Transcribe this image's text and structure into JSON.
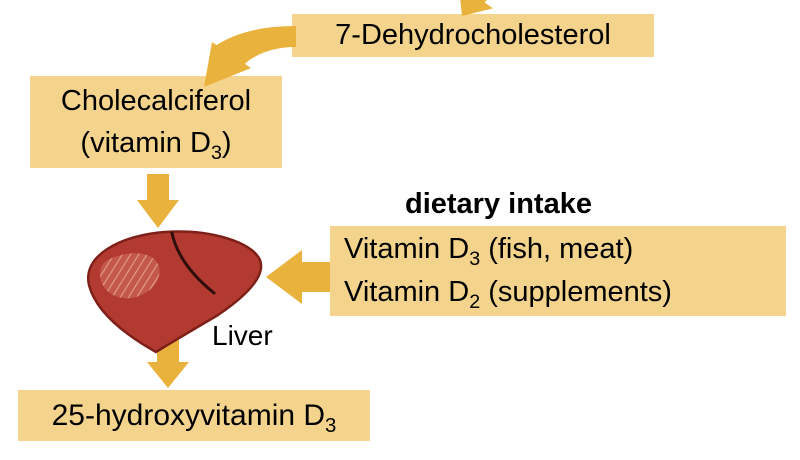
{
  "colors": {
    "background": "#ffffff",
    "text": "#000000",
    "box_bg": "#f4d48c",
    "arrow": "#e9b23c",
    "liver_main": "#b23a30",
    "liver_edge": "#7e2019",
    "liver_crease": "#2f0d0a",
    "liver_highlight_bg": "#c4584a",
    "liver_highlight_line": "#e2a089"
  },
  "diagram": {
    "nodes": {
      "dehydrocholesterol": {
        "label": "7-Dehydrocholesterol"
      },
      "cholecalciferol": {
        "line1": "Cholecalciferol",
        "line2_pre": "(vitamin D",
        "line2_sub": "3",
        "line2_post": ")"
      },
      "dietary": {
        "heading": "dietary intake",
        "line1_pre": "Vitamin D",
        "line1_sub": "3",
        "line1_post": " (fish, meat)",
        "line2_pre": "Vitamin D",
        "line2_sub": "2",
        "line2_post": " (supplements)"
      },
      "liver": {
        "label": "Liver"
      },
      "hydroxyvitamin_d": {
        "pre": "25-hydroxyvitamin D",
        "sub": "3"
      }
    }
  }
}
